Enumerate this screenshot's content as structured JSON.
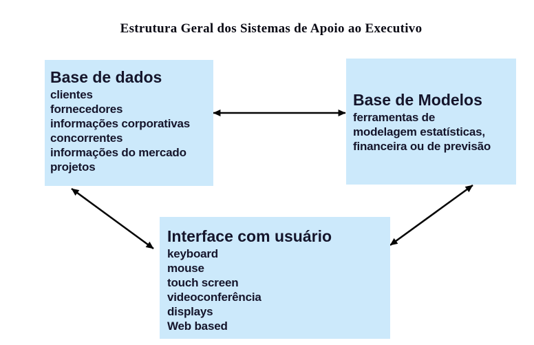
{
  "title": "Estrutura Geral dos Sistemas de Apoio ao Executivo",
  "boxes": {
    "database": {
      "heading": "Base de dados",
      "items": [
        "clientes",
        "fornecedores",
        "informações corporativas",
        "concorrentes",
        "informações do mercado",
        "projetos"
      ]
    },
    "models": {
      "heading": "Base de Modelos",
      "items": [
        "ferramentas de",
        "modelagem estatísticas,",
        "financeira ou de previsão"
      ]
    },
    "user_interface": {
      "heading": "Interface com usuário",
      "items": [
        "keyboard",
        "mouse",
        "touch screen",
        "videoconferência",
        "displays",
        "Web based"
      ]
    }
  },
  "arrows": [
    {
      "between": "base-de-dados ↔ base-de-modelos",
      "style": "double-headed"
    },
    {
      "between": "base-de-dados ↔ interface-com-usuario",
      "style": "double-headed"
    },
    {
      "between": "base-de-modelos ↔ interface-com-usuario",
      "style": "double-headed"
    }
  ],
  "colors": {
    "box_fill": "#cce9fb",
    "box_text": "#15152b",
    "title_text": "#0a0a14",
    "arrow": "#050505",
    "background": "#ffffff"
  }
}
